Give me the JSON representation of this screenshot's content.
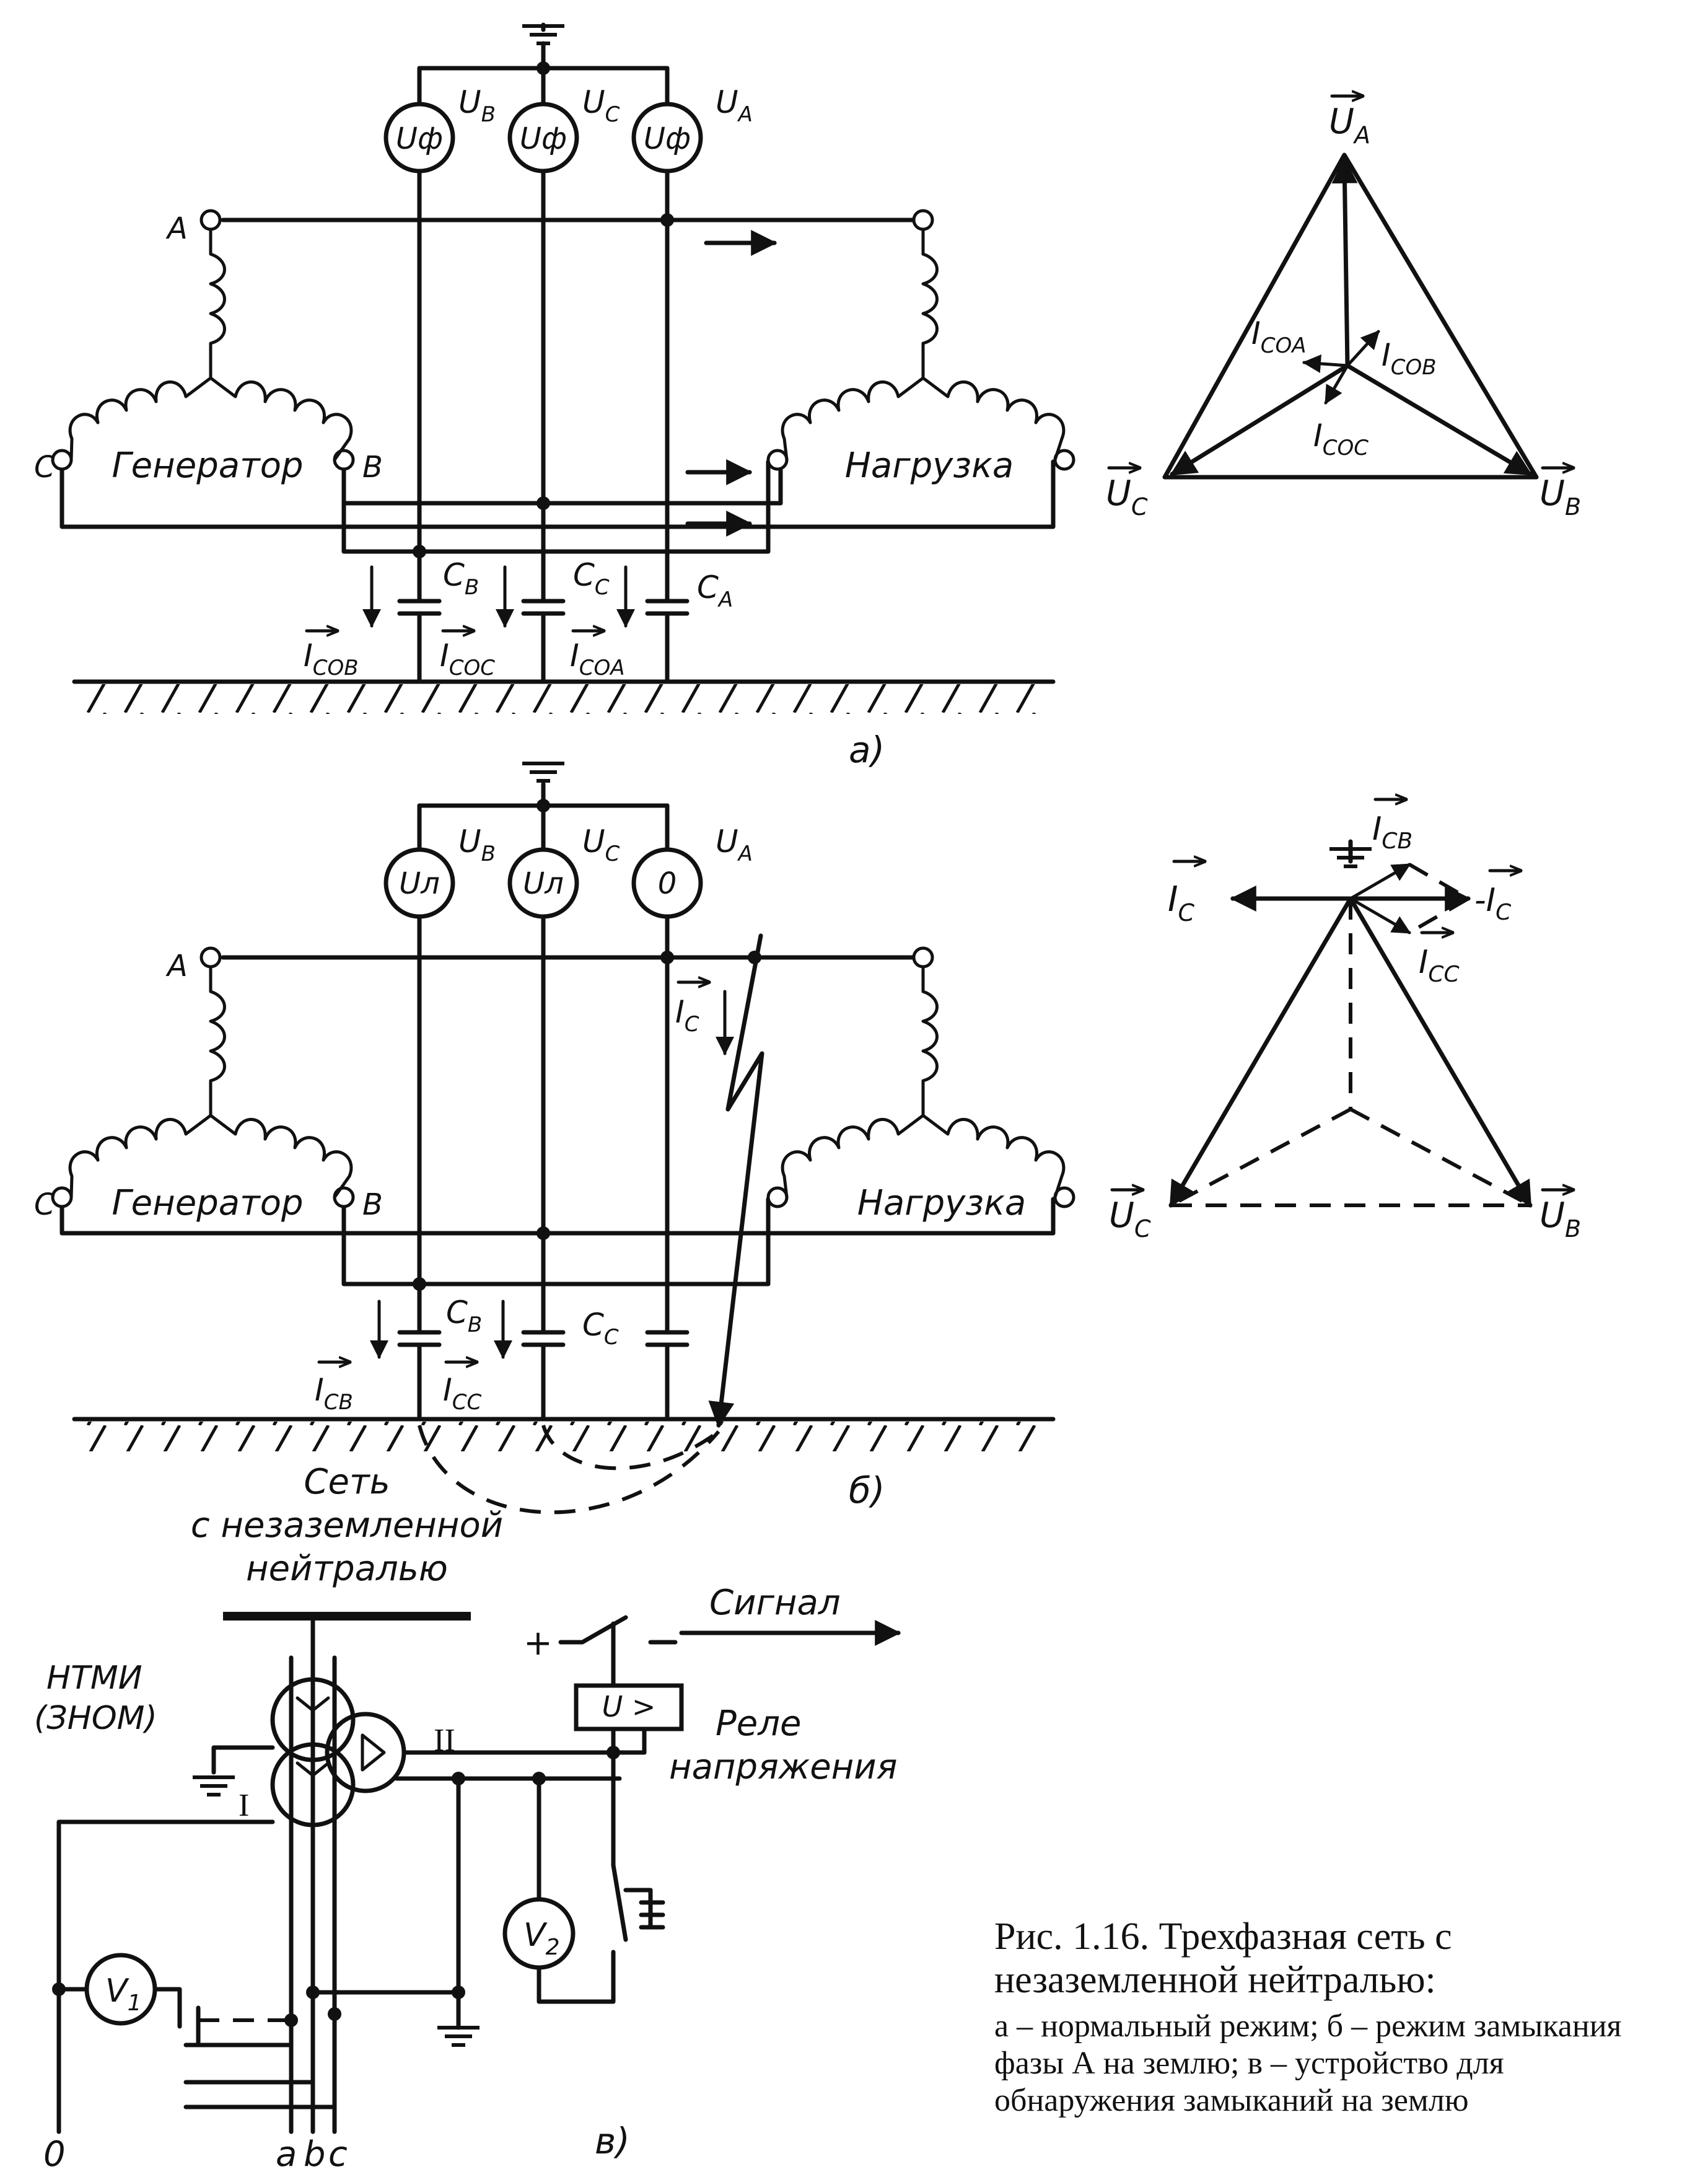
{
  "diagram_a": {
    "voltmeters": [
      {
        "label": "Uф",
        "phase": "U",
        "sub": "B"
      },
      {
        "label": "Uф",
        "phase": "U",
        "sub": "C"
      },
      {
        "label": "Uф",
        "phase": "U",
        "sub": "A"
      }
    ],
    "phases": [
      "A",
      "B",
      "C"
    ],
    "generator": "Генератор",
    "load": "Нагрузка",
    "capacitors": [
      {
        "main": "C",
        "sub": "B"
      },
      {
        "main": "C",
        "sub": "C"
      },
      {
        "main": "C",
        "sub": "A"
      }
    ],
    "currents": [
      {
        "main": "I",
        "sub": "COB"
      },
      {
        "main": "I",
        "sub": "COC"
      },
      {
        "main": "I",
        "sub": "COA"
      }
    ],
    "tag": "а)"
  },
  "vector_a": {
    "vertices": [
      {
        "main": "U",
        "sub": "A"
      },
      {
        "main": "U",
        "sub": "B"
      },
      {
        "main": "U",
        "sub": "C"
      }
    ],
    "currents": [
      {
        "main": "I",
        "sub": "COA"
      },
      {
        "main": "I",
        "sub": "COB"
      },
      {
        "main": "I",
        "sub": "COC"
      }
    ]
  },
  "diagram_b": {
    "voltmeters": [
      {
        "label": "Uл",
        "phase": "U",
        "sub": "B"
      },
      {
        "label": "Uл",
        "phase": "U",
        "sub": "C"
      },
      {
        "label": "0",
        "phase": "U",
        "sub": "A"
      }
    ],
    "phases": [
      "A",
      "B",
      "C"
    ],
    "generator": "Генератор",
    "load": "Нагрузка",
    "capacitors": [
      {
        "main": "C",
        "sub": "B"
      },
      {
        "main": "C",
        "sub": "C"
      }
    ],
    "currents": [
      {
        "main": "I",
        "sub": "CB"
      },
      {
        "main": "I",
        "sub": "CC"
      },
      {
        "main": "I",
        "sub": "C"
      }
    ],
    "tag": "б)"
  },
  "vector_b": {
    "labels": [
      {
        "main": "I",
        "sub": "C"
      },
      {
        "main": "I",
        "sub": "CB"
      },
      {
        "main": "-I",
        "sub": "C"
      },
      {
        "main": "I",
        "sub": "CC"
      },
      {
        "main": "U",
        "sub": "C"
      },
      {
        "main": "U",
        "sub": "B"
      }
    ]
  },
  "diagram_c": {
    "network_line1": "Сеть",
    "network_line2": "с незаземленной",
    "network_line3": "нейтралью",
    "transformer_line1": "НТМИ",
    "transformer_line2": "(ЗНОМ)",
    "winding_1": "I",
    "winding_2": "II",
    "signal": "Сигнал",
    "plus": "+",
    "relay_box": "U >",
    "relay_line1": "Реле",
    "relay_line2": "напряжения",
    "v1": "V",
    "v1_sub": "1",
    "v2": "V",
    "v2_sub": "2",
    "terminals": [
      "0",
      "a",
      "b",
      "c"
    ],
    "tag": "в)"
  },
  "caption": {
    "title": "Рис. 1.16. Трехфазная сеть с незаземленной нейтралью:",
    "body": "а – нормальный режим; б – режим замыкания фазы А на землю; в – устройство для обнаружения замыканий на землю"
  }
}
